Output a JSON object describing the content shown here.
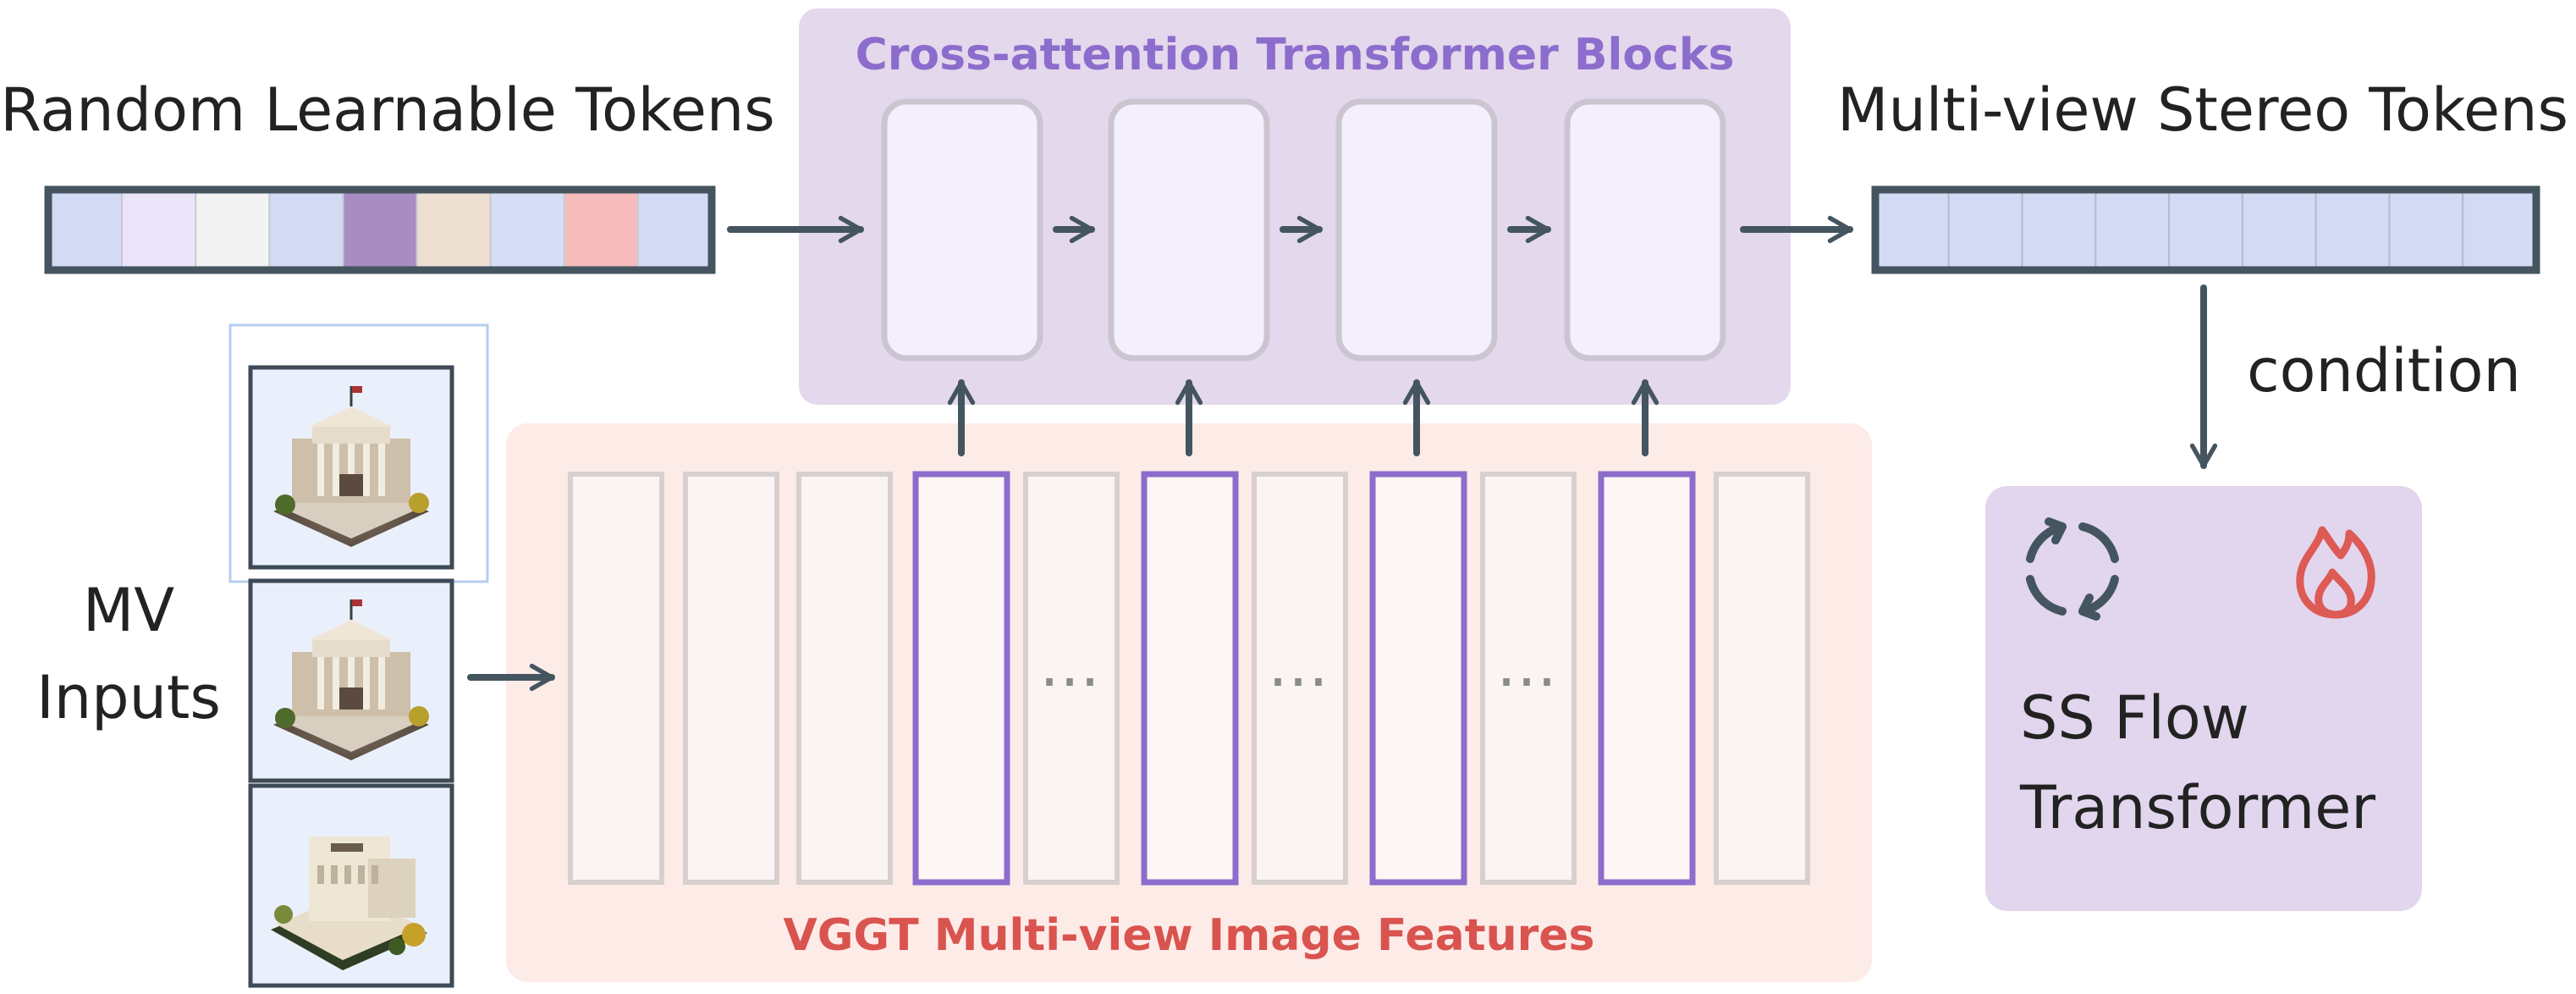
{
  "labels": {
    "random_tokens": "Random Learnable Tokens",
    "cross_attention": "Cross-attention Transformer Blocks",
    "mv_stereo_tokens": "Multi-view Stereo Tokens",
    "condition": "condition",
    "mv_inputs_line1": "MV",
    "mv_inputs_line2": "Inputs",
    "vggt_features": "VGGT Multi-view Image Features",
    "ss_flow_line1": "SS Flow",
    "ss_flow_line2": "Transformer",
    "ellipsis": "…"
  },
  "icons": [
    "refresh-icon",
    "fire-icon",
    "building-image"
  ],
  "colors": {
    "random_token_cells": [
      "#d3daf3",
      "#ece5fa",
      "#f3f3f3",
      "#d3daf3",
      "#a98cc2",
      "#eedfd3",
      "#d7ddf4",
      "#f6bcbb",
      "#d3daf3"
    ],
    "stereo_token_cell": "#d3daf3",
    "cross_attention_panel": "#e3d8ec",
    "cross_attention_title": "#8c6ccc",
    "block_fill": "#f3effc",
    "vggt_panel": "#fdebe8",
    "vggt_title": "#d9534f",
    "highlight_column": "#8c6ccc",
    "ss_panel": "#e2d6ee",
    "fire_icon": "#dd5a55",
    "arrow": "#445560"
  }
}
